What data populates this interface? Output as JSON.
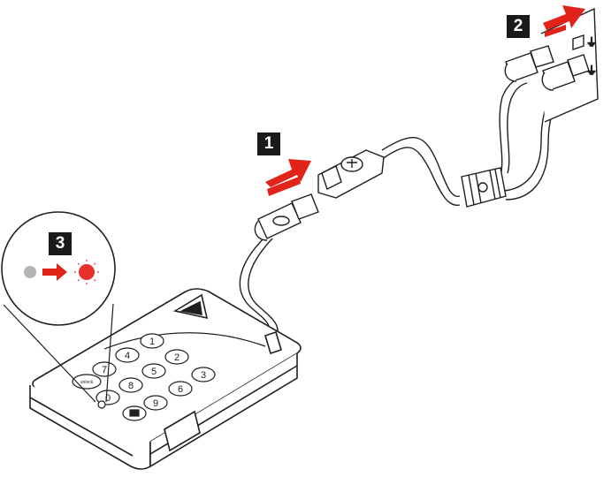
{
  "steps": {
    "one": "1",
    "two": "2",
    "three": "3"
  },
  "keypad": {
    "keys": [
      "1",
      "2",
      "3",
      "4",
      "5",
      "6",
      "7",
      "8",
      "9",
      "0",
      "unlock",
      "lock"
    ],
    "unlock_label": "unlock"
  },
  "colors": {
    "arrow_red": "#e2231a",
    "led_off": "#b5b5b5",
    "led_on": "#e8312b",
    "outline": "#1f1f1f",
    "badge_bg": "#1a1a1a"
  },
  "icons": {
    "usb_symbol": "usb-icon",
    "lock_key": "lock-icon",
    "brand_logo": "triangle-logo-icon"
  }
}
